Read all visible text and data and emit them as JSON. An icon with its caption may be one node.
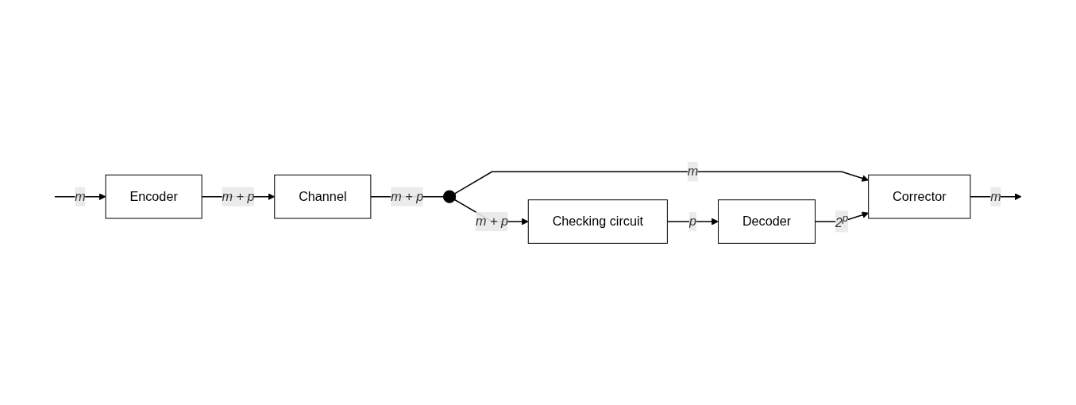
{
  "diagram": {
    "nodes": [
      {
        "text": [
          "Encoder"
        ]
      },
      {
        "text": [
          "Channel"
        ]
      },
      {
        "text": [],
        "shape": "circle"
      },
      {
        "text": [
          "Corrector"
        ]
      },
      {
        "text": [
          "Checking circuit"
        ]
      },
      {
        "text": [
          "Decoder"
        ]
      }
    ],
    "edges": [
      {
        "from": null,
        "to": 0,
        "arrow": "to",
        "label": "m"
      },
      {
        "from": 0,
        "to": 1,
        "arrow": "to",
        "label": "m + p"
      },
      {
        "from": 1,
        "to": 2,
        "arrow": "none",
        "label": "m + p"
      },
      {
        "from": 2,
        "to": 3,
        "arrow": "to",
        "label": "m"
      },
      {
        "from": 2,
        "to": 4,
        "arrow": "to",
        "label": "m + p"
      },
      {
        "from": 4,
        "to": 5,
        "arrow": "to",
        "label": "p"
      },
      {
        "from": 5,
        "to": 3,
        "arrow": "to",
        "label": "2$^{p}$"
      },
      {
        "from": 3,
        "to": null,
        "arrow": "to",
        "label": "m"
      }
    ]
  }
}
